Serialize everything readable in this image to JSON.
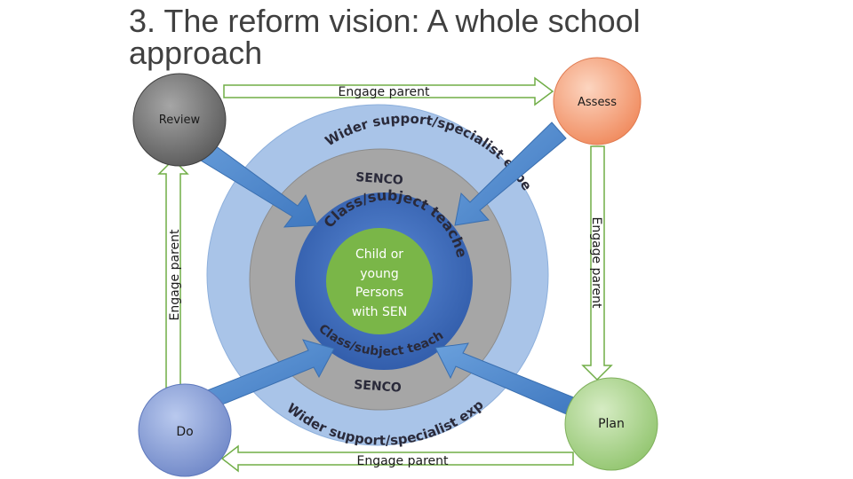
{
  "slide": {
    "title": "3. The reform vision: A whole school approach"
  },
  "cycle": {
    "assess": "Assess",
    "plan": "Plan",
    "do": "Do",
    "review": "Review"
  },
  "arrows": {
    "top": "Engage parent",
    "right": "Engage  parent",
    "bottom": "Engage parent",
    "left": "Engage parent"
  },
  "rings": {
    "outer_top": "Wider support/specialist expertise",
    "outer_bottom": "Wider  support/specialist expertise",
    "middle_top": "SENCO",
    "middle_bottom": "SENCO",
    "inner_top": "Class/subject teacher",
    "inner_bottom": "Class/subject teacher"
  },
  "center": {
    "lines": [
      "Child or",
      "young",
      "Persons",
      "with SEN"
    ]
  },
  "colors": {
    "outer_ring": "#a9c4e8",
    "middle_ring": "#a6a6a6",
    "inner_ring": "#4472c4",
    "center": "#7ab648",
    "assess": "#f4a582",
    "plan": "#a9d18e",
    "do": "#8faadc",
    "review": "#7f7f7f",
    "engage_arrow_border": "#70ad47"
  }
}
